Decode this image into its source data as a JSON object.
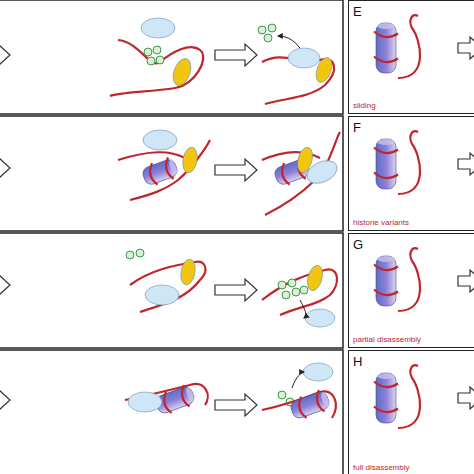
{
  "diagram": {
    "nodes": [
      {
        "text": [
          "E",
          "sliding"
        ]
      },
      {
        "text": [
          "F",
          "histone variants"
        ]
      },
      {
        "text": [
          "G",
          "partial disassembly"
        ]
      },
      {
        "text": [
          "H",
          "full disassembly"
        ]
      }
    ]
  }
}
